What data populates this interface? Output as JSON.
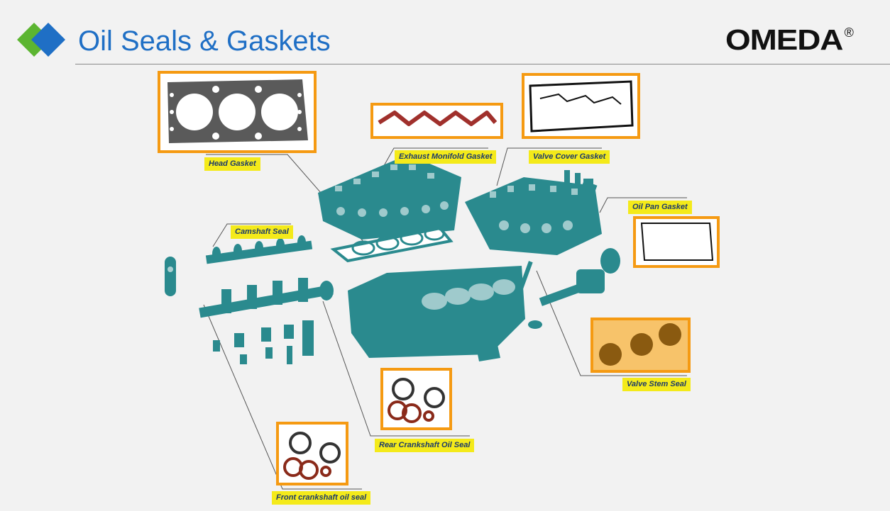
{
  "header": {
    "title": "Oil Seals & Gaskets",
    "brand": "OMEDA",
    "brand_mark": "®",
    "logo_icon": "double-diamond-logo-icon",
    "colors": {
      "title": "#1f6fc5",
      "logo_green": "#5cb531",
      "logo_blue": "#1f6fc5"
    }
  },
  "diagram": {
    "colors": {
      "engine": "#2a8a8e",
      "highlight_border": "#f59a12",
      "label_bg": "#f4ea1a",
      "label_text": "#1c3a6b",
      "leader_line": "#555555"
    },
    "labels": {
      "head_gasket": "Head Gasket",
      "exhaust_manifold_gasket": "Exhaust Monifold Gasket",
      "valve_cover_gasket": "Valve Cover Gasket",
      "oil_pan_gasket": "Oil Pan Gasket",
      "camshaft_seal": "Camshaft Seal",
      "valve_stem_seal": "Valve Stem Seal",
      "rear_crankshaft_oil_seal": "Rear Crankshaft Oil Seal",
      "front_crankshaft_oil_seal": "Front crankshaft oil seal"
    }
  }
}
